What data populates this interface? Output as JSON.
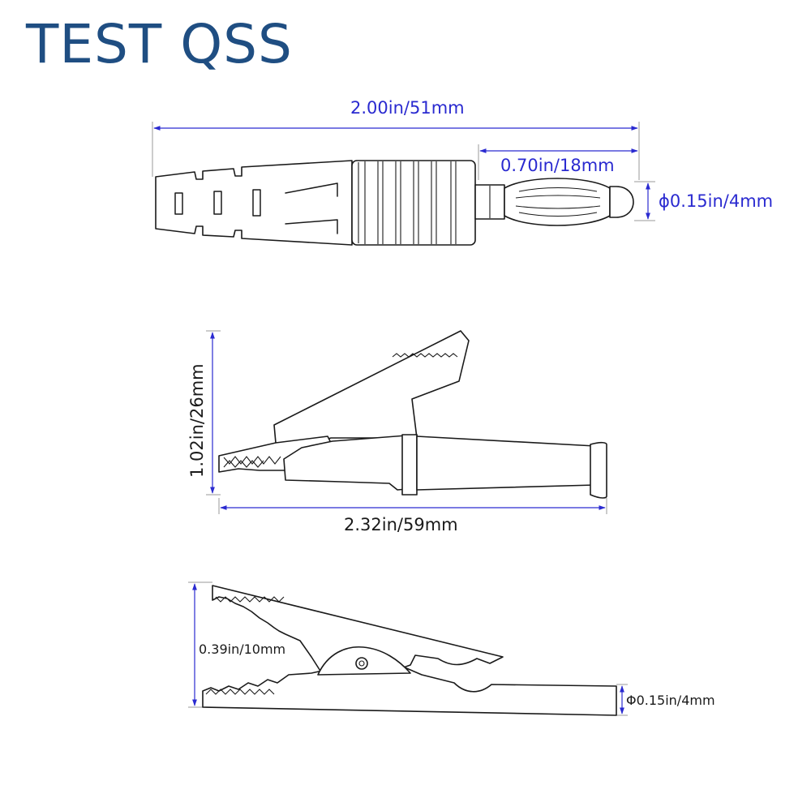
{
  "brand": {
    "text": "TEST QSS",
    "color": "#1f4e82"
  },
  "colors": {
    "dimension_blue": "#2a2ad0",
    "dimension_black": "#1a1a1a"
  },
  "drawing_1": {
    "dim_overall": "2.00in/51mm",
    "dim_pin": "0.70in/18mm",
    "dim_diameter": "ϕ0.15in/4mm"
  },
  "drawing_2": {
    "dim_height": "1.02in/26mm",
    "dim_length": "2.32in/59mm"
  },
  "drawing_3": {
    "dim_jaw": "0.39in/10mm",
    "dim_diameter": "Φ0.15in/4mm"
  }
}
